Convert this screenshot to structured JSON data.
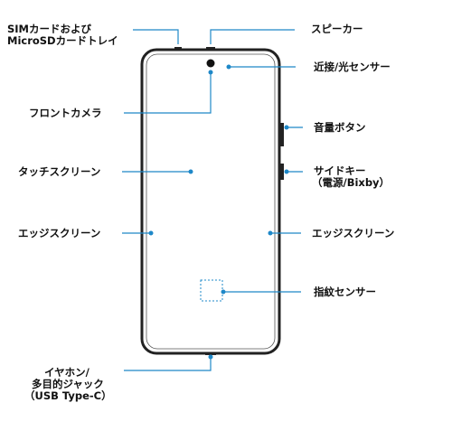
{
  "labels": {
    "sim_tray_line1": "SIMカードおよび",
    "sim_tray_line2": "MicroSDカードトレイ",
    "speaker": "スピーカー",
    "proximity_light_sensor": "近接/光センサー",
    "front_camera": "フロントカメラ",
    "volume_button": "音量ボタン",
    "side_key_line1": "サイドキー",
    "side_key_line2": "（電源/Bixby）",
    "touchscreen": "タッチスクリーン",
    "edge_screen_left": "エッジスクリーン",
    "edge_screen_right": "エッジスクリーン",
    "fingerprint_sensor": "指紋センサー",
    "earphone_line1": "イヤホン/",
    "earphone_line2": "多目的ジャック",
    "earphone_line3": "（USB Type-C）"
  },
  "colors": {
    "leader": "#1e88c8",
    "phone_outline": "#222222",
    "text": "#111111"
  }
}
